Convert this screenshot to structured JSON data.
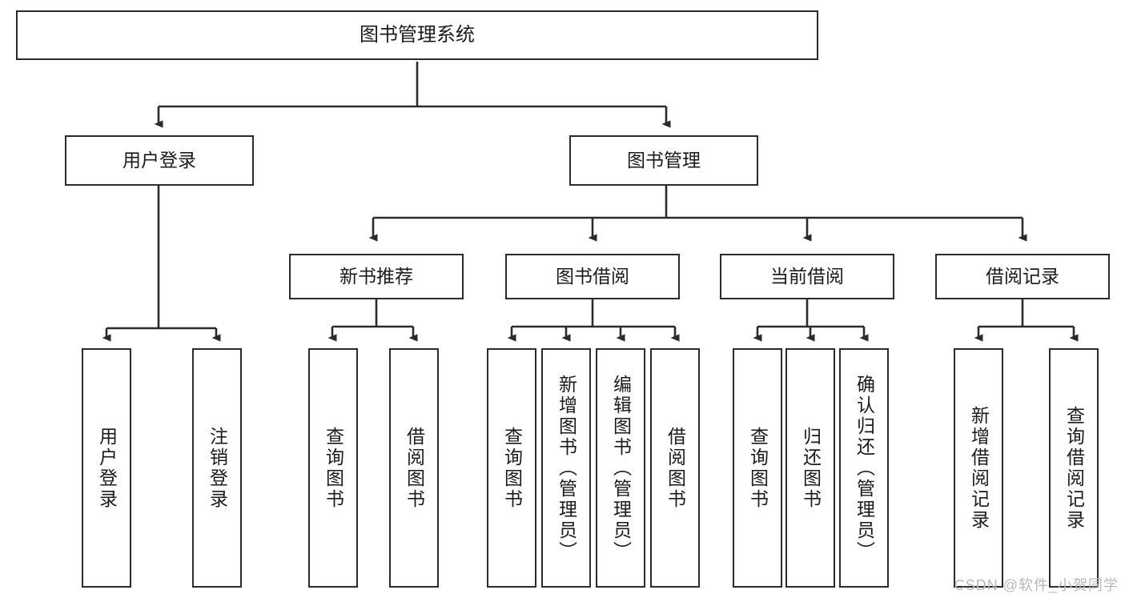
{
  "diagram": {
    "type": "tree",
    "title": "图书管理系统",
    "orientation": "top-down",
    "colors": {
      "box_border": "#2b2b2b",
      "box_fill": "#ffffff",
      "edge": "#2b2b2b",
      "text": "#1b1b1b",
      "watermark": "#b9b9b9",
      "background": "#ffffff"
    },
    "root": {
      "id": "root",
      "label": "图书管理系统"
    },
    "level2": [
      {
        "id": "n-user-login",
        "label": "用户登录"
      },
      {
        "id": "n-book-manage",
        "label": "图书管理"
      }
    ],
    "level3": [
      {
        "id": "n-new-book-rec",
        "label": "新书推荐",
        "parent": "n-book-manage"
      },
      {
        "id": "n-book-borrow",
        "label": "图书借阅",
        "parent": "n-book-manage"
      },
      {
        "id": "n-current-borrow",
        "label": "当前借阅",
        "parent": "n-book-manage"
      },
      {
        "id": "n-borrow-record",
        "label": "借阅记录",
        "parent": "n-book-manage"
      }
    ],
    "leaves": [
      {
        "id": "leaf-user-login",
        "label": "用户登录",
        "parent": "n-user-login"
      },
      {
        "id": "leaf-logout",
        "label": "注销登录",
        "parent": "n-user-login"
      },
      {
        "id": "leaf-query-book-1",
        "label": "查询图书",
        "parent": "n-new-book-rec"
      },
      {
        "id": "leaf-borrow-book-1",
        "label": "借阅图书",
        "parent": "n-new-book-rec"
      },
      {
        "id": "leaf-query-book-2",
        "label": "查询图书",
        "parent": "n-book-borrow"
      },
      {
        "id": "leaf-add-book",
        "label": "新增图书（管理员）",
        "parent": "n-book-borrow"
      },
      {
        "id": "leaf-edit-book",
        "label": "编辑图书（管理员）",
        "parent": "n-book-borrow"
      },
      {
        "id": "leaf-borrow-book-2",
        "label": "借阅图书",
        "parent": "n-book-borrow"
      },
      {
        "id": "leaf-query-book-3",
        "label": "查询图书",
        "parent": "n-current-borrow"
      },
      {
        "id": "leaf-return-book",
        "label": "归还图书",
        "parent": "n-current-borrow"
      },
      {
        "id": "leaf-confirm-return",
        "label": "确认归还（管理员）",
        "parent": "n-current-borrow"
      },
      {
        "id": "leaf-add-record",
        "label": "新增借阅记录",
        "parent": "n-borrow-record"
      },
      {
        "id": "leaf-query-record",
        "label": "查询借阅记录",
        "parent": "n-borrow-record"
      }
    ]
  },
  "watermark": {
    "text": "CSDN @软件_小贺同学"
  }
}
